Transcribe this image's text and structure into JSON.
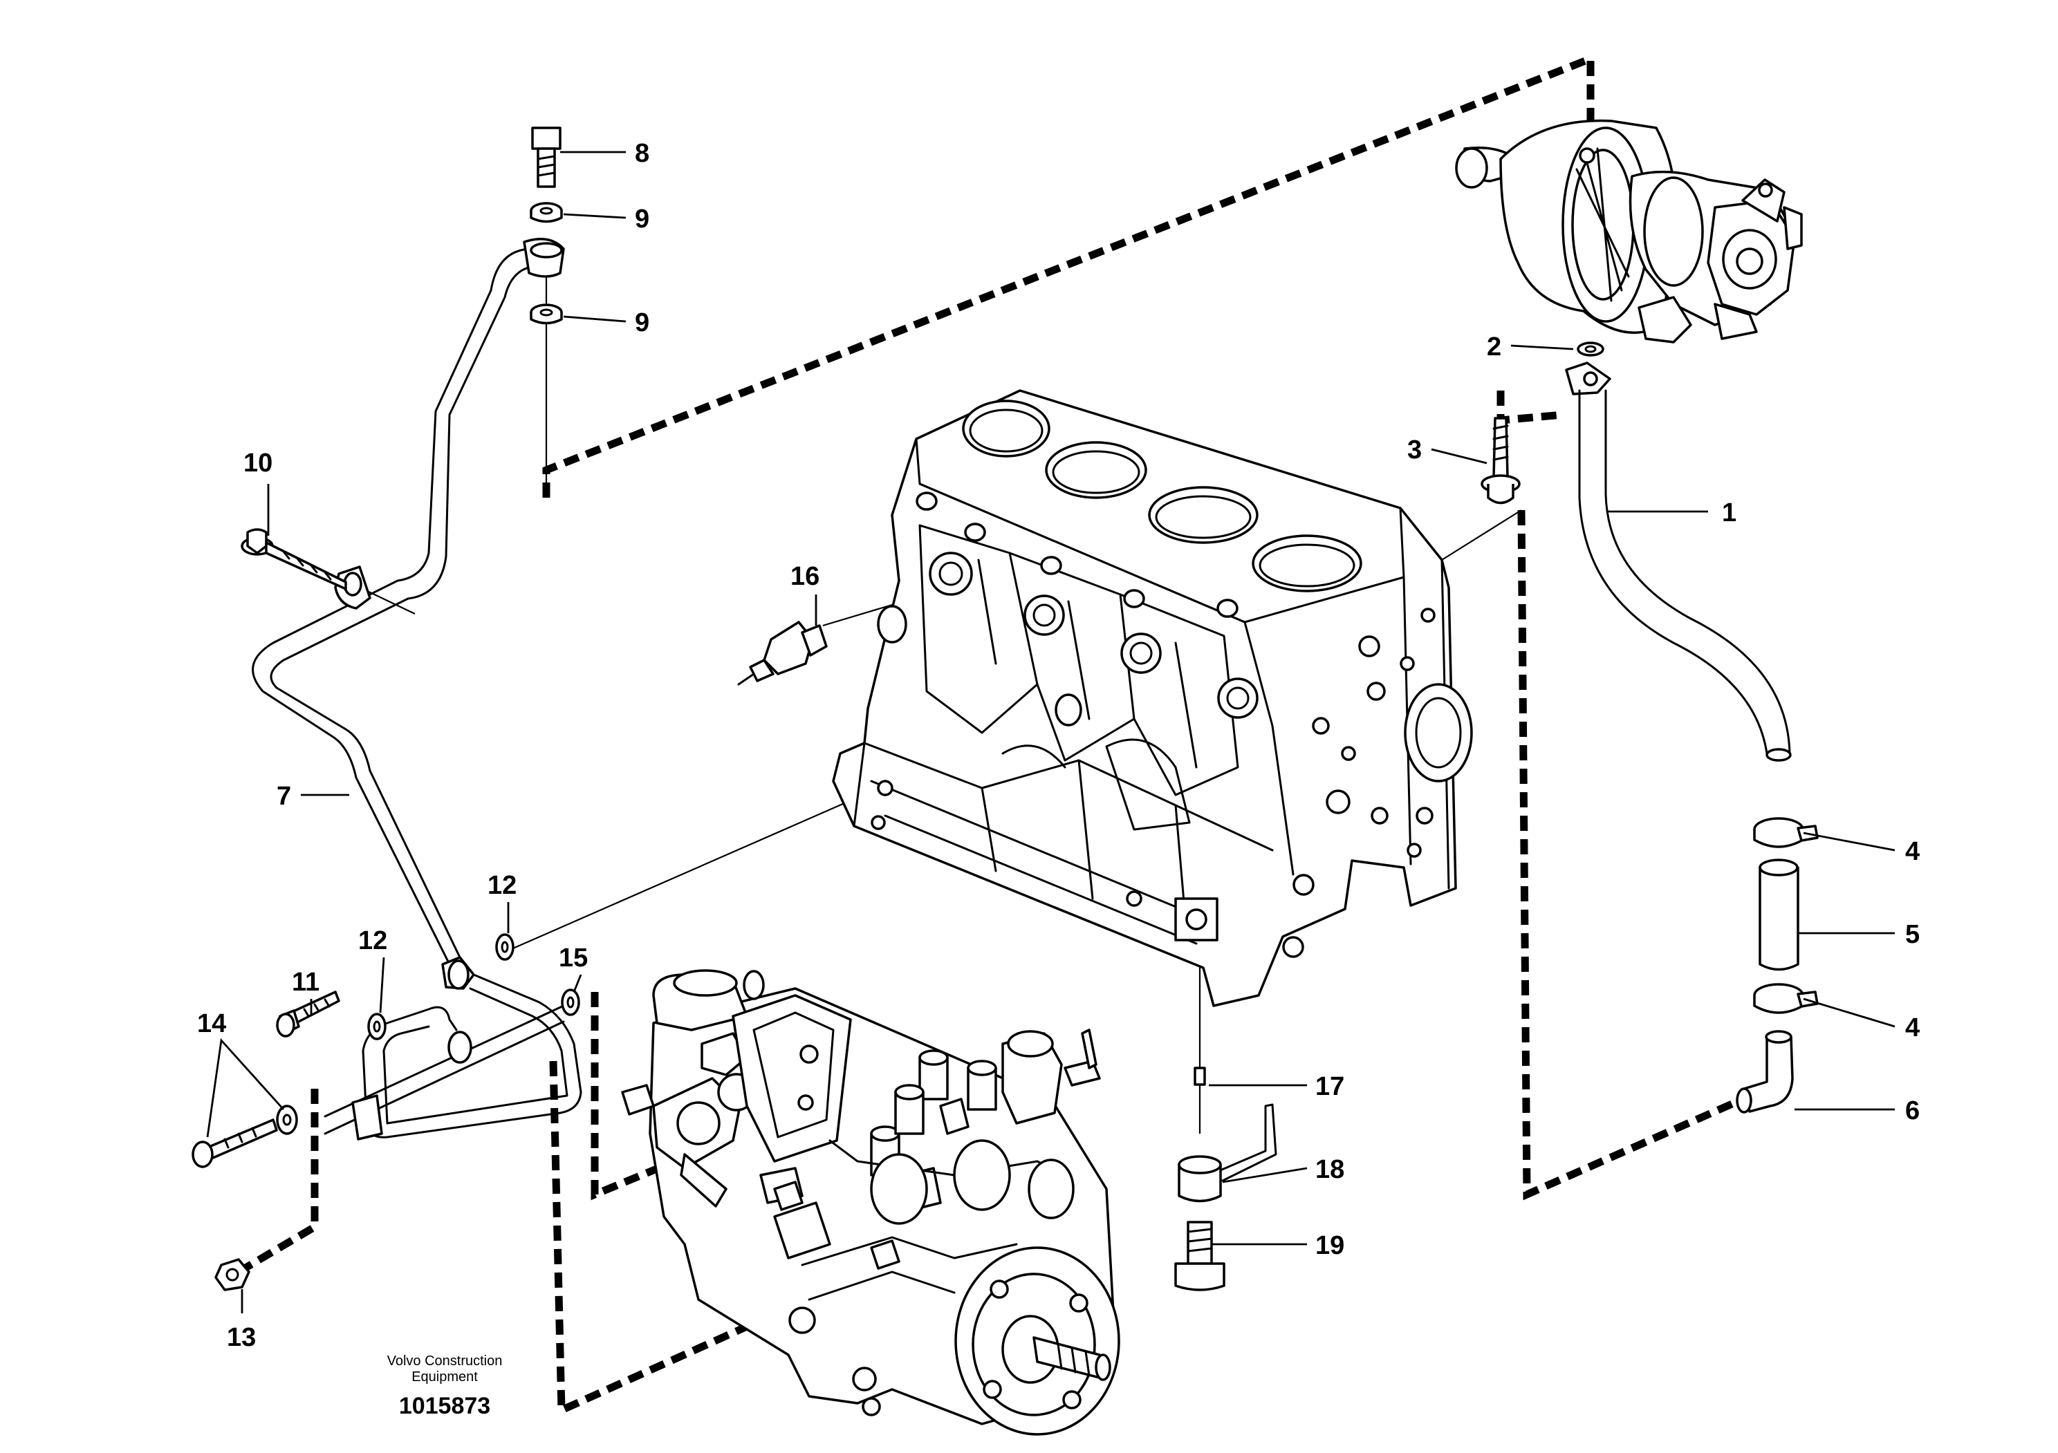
{
  "labels": [
    "1",
    "2",
    "3",
    "4",
    "5",
    "4",
    "6",
    "7",
    "8",
    "9",
    "9",
    "10",
    "11",
    "12",
    "12",
    "13",
    "14",
    "15",
    "16",
    "17",
    "18",
    "19"
  ],
  "footer": {
    "company_line1": "Volvo Construction",
    "company_line2": "Equipment",
    "reference": "1015873"
  }
}
